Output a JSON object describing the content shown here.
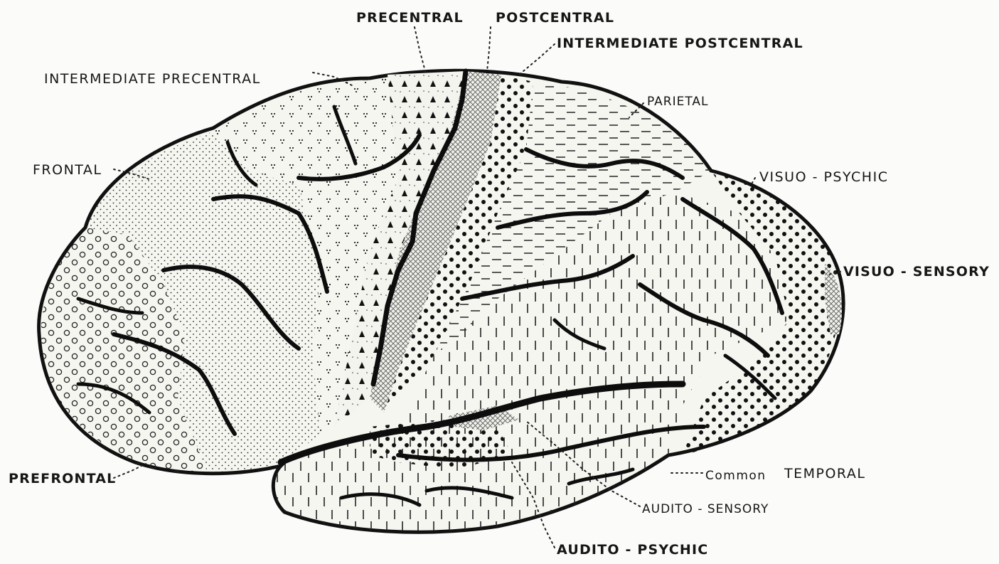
{
  "labels": {
    "precentral": "PRECENTRAL",
    "postcentral": "POSTCENTRAL",
    "intermediate_postcentral": "INTERMEDIATE  POSTCENTRAL",
    "intermediate_precentral": "INTERMEDIATE  PRECENTRAL",
    "parietal": "PARIETAL",
    "frontal": "FRONTAL",
    "visuo_psychic": "VISUO - PSYCHIC",
    "visuo_sensory": "VISUO - SENSORY",
    "prefrontal": "PREFRONTAL",
    "common_temporal_common": "Common",
    "common_temporal_temporal": "TEMPORAL",
    "audito_sensory": "AUDITO - SENSORY",
    "audito_psychic": "AUDITO  -  PSYCHIC"
  }
}
